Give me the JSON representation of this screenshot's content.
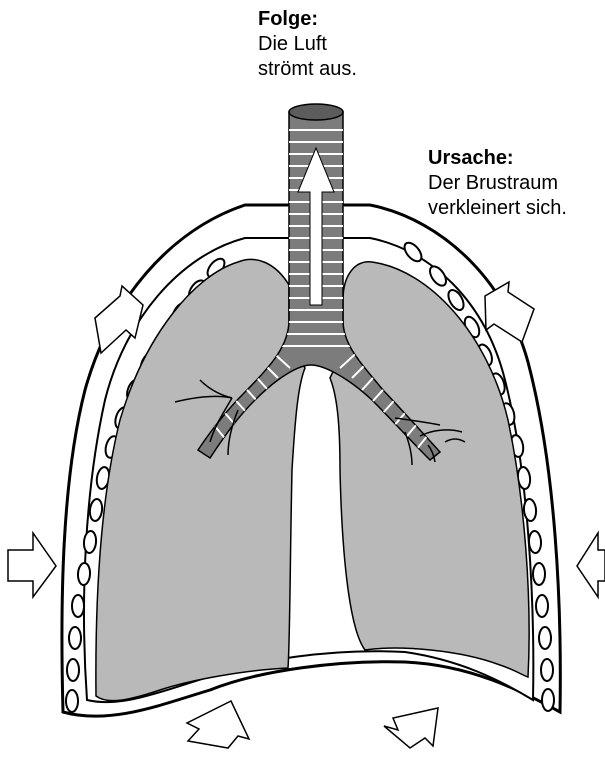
{
  "effect": {
    "heading": "Folge:",
    "lines": [
      "Die Luft",
      "strömt aus."
    ]
  },
  "cause": {
    "heading": "Ursache:",
    "lines": [
      "Der Brustraum",
      "verkleinert sich."
    ]
  },
  "colors": {
    "lung_fill": "#b9b9b9",
    "trachea_fill": "#7c7c7c",
    "trachea_top": "#5c5c5c",
    "outline": "#000000",
    "arrow_fill": "#ffffff"
  }
}
